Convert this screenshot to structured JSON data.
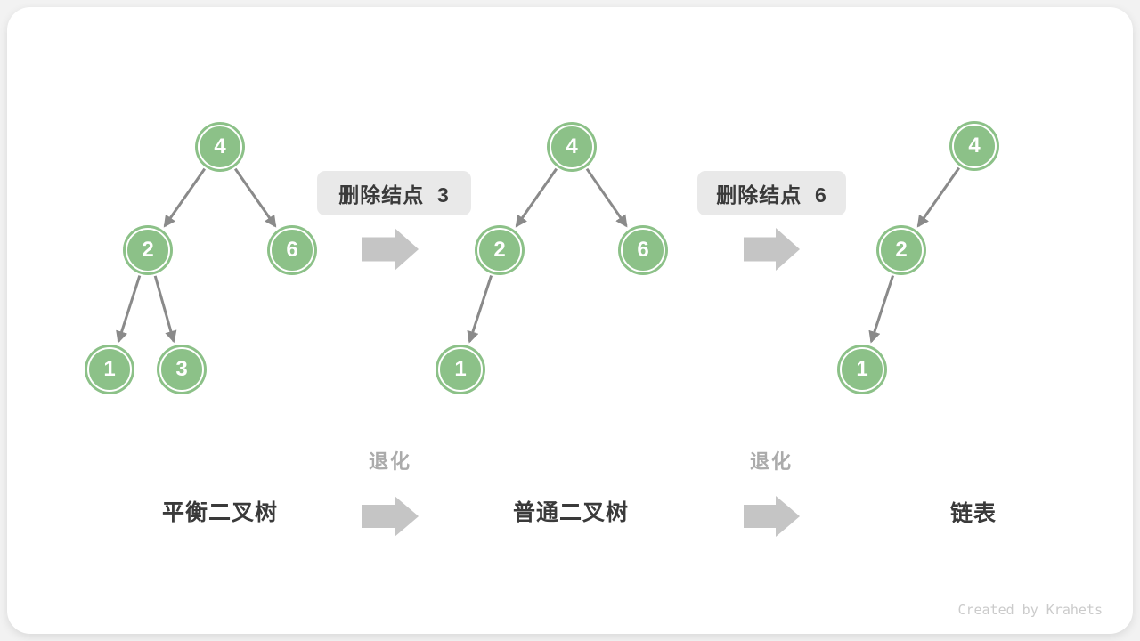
{
  "watermark": "Created by Krahets",
  "colors": {
    "page_bg": "#F2F2F2",
    "card_bg": "#FFFFFF",
    "node_fill": "#8CC188",
    "node_text": "#FFFFFF",
    "edge_arrow": "#8A8A8A",
    "label_box_bg": "#E9E9E9",
    "label_box_text": "#3A3A3A",
    "block_arrow": "#C5C5C5",
    "degrade_text": "#ABABAB",
    "title_text": "#3A3A3A",
    "watermark_text": "#CBCBCB"
  },
  "trees": [
    {
      "title": "平衡二叉树",
      "nodes": [
        {
          "value": "4"
        },
        {
          "value": "2"
        },
        {
          "value": "6"
        },
        {
          "value": "1"
        },
        {
          "value": "3"
        }
      ],
      "edges": [
        "4→2",
        "4→6",
        "2→1",
        "2→3"
      ]
    },
    {
      "title": "普通二叉树",
      "nodes": [
        {
          "value": "4"
        },
        {
          "value": "2"
        },
        {
          "value": "6"
        },
        {
          "value": "1"
        }
      ],
      "edges": [
        "4→2",
        "4→6",
        "2→1"
      ]
    },
    {
      "title": "链表",
      "nodes": [
        {
          "value": "4"
        },
        {
          "value": "2"
        },
        {
          "value": "1"
        }
      ],
      "edges": [
        "4→2",
        "2→1"
      ]
    }
  ],
  "transitions": [
    {
      "box_label": "删除结点  3",
      "degrade_label": "退化"
    },
    {
      "box_label": "删除结点  6",
      "degrade_label": "退化"
    }
  ]
}
